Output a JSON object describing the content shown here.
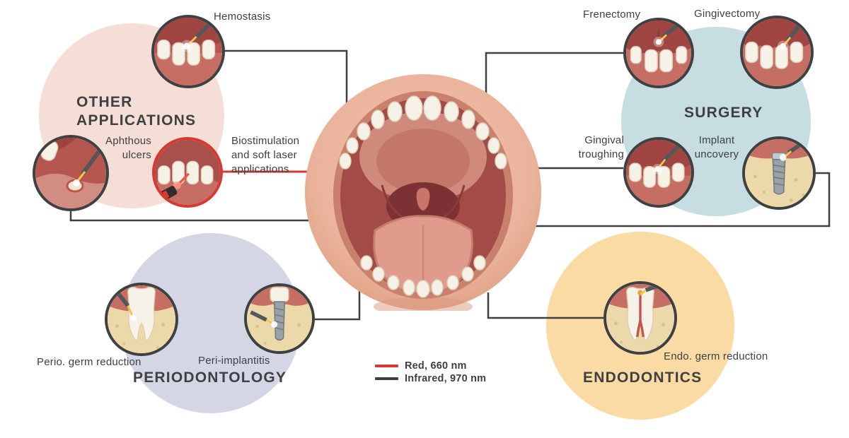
{
  "sections": {
    "other_applications": {
      "title": "OTHER APPLICATIONS",
      "circle_color": "#f4ded5"
    },
    "surgery": {
      "title": "SURGERY",
      "circle_color": "#c6dde2"
    },
    "periodontology": {
      "title": "PERIODONTOLOGY",
      "circle_color": "#d4d6e6"
    },
    "endodontics": {
      "title": "ENDODONTICS",
      "circle_color": "#fbdba4"
    }
  },
  "items": {
    "hemostasis": {
      "label": "Hemostasis",
      "icon": "upper-teeth-laser-icon"
    },
    "aphthous_ulcers": {
      "label": "Aphthous ulcers",
      "icon": "mouth-ulcer-laser-icon"
    },
    "biostimulation": {
      "label": "Biostimulation and soft laser applications",
      "icon": "soft-laser-device-icon"
    },
    "frenectomy": {
      "label": "Frenectomy",
      "icon": "frenum-laser-icon"
    },
    "gingivectomy": {
      "label": "Gingivectomy",
      "icon": "gum-contour-laser-icon"
    },
    "gingival_troughing": {
      "label": "Gingival troughing",
      "icon": "gum-trough-laser-icon"
    },
    "implant_uncovery": {
      "label": "Implant uncovery",
      "icon": "implant-uncover-laser-icon"
    },
    "perio_germ_reduction": {
      "label": "Perio. germ reduction",
      "icon": "tooth-root-laser-icon"
    },
    "peri_implantitis": {
      "label": "Peri-implantitis",
      "icon": "implant-gum-laser-icon"
    },
    "endo_germ_reduction": {
      "label": "Endo. germ reduction",
      "icon": "root-canal-laser-icon"
    }
  },
  "legend": {
    "red": {
      "label": "Red, 660 nm",
      "color": "#d8382e"
    },
    "infrared": {
      "label": "Infrared, 970 nm",
      "color": "#3f4042"
    }
  }
}
